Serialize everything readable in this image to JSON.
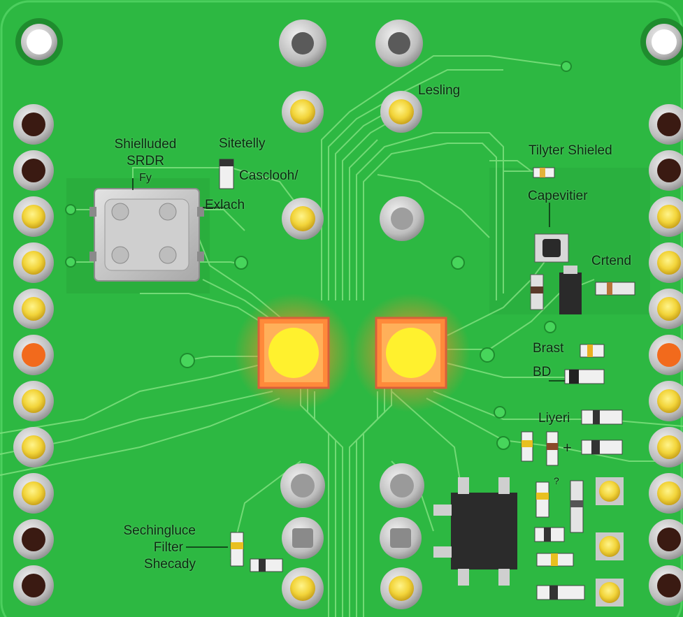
{
  "board": {
    "colors": {
      "substrate": "#2db842",
      "trace": "#7fe07f",
      "gold_pad": "#f2d43a",
      "dark_pad": "#3a1a12",
      "silver": "#a9a9a9",
      "led_glow": "#ff7a2a",
      "led_core": "#ffee2a",
      "ic_body": "#2b2b2b"
    },
    "left_header_pins": [
      "dark",
      "dark",
      "gold",
      "gold",
      "gold",
      "orange",
      "gold",
      "gold",
      "gold",
      "dark",
      "dark"
    ],
    "right_header_pins": [
      "dark",
      "dark",
      "gold",
      "gold",
      "gold",
      "orange",
      "gold",
      "gold",
      "gold",
      "dark",
      "dark"
    ],
    "icons": {
      "mount_hole": "mount-hole-icon",
      "led": "led-icon",
      "shield_can": "shield-can-icon",
      "ic_chip": "ic-chip-icon",
      "resistor": "resistor-icon",
      "capacitor": "capacitor-icon"
    }
  },
  "labels": {
    "shield_line1": "Shielluded",
    "shield_line2": "SRDR",
    "shield_line3": "Fy",
    "sitetelly": "Sitetelly",
    "caseloohy": "Casclooh/",
    "exlach": "Exlach",
    "lesling": "Lesling",
    "filter_shieled": "Tilyter Shieled",
    "capevitier": "Capevitier",
    "crtend": "Crtend",
    "brast": "Brast",
    "bd": "BD",
    "liyeri": "Liyeri",
    "plus": "+",
    "question": "?",
    "sechingluce": "Sechingluce",
    "filter": "Filter",
    "shecady": "Shecady"
  }
}
